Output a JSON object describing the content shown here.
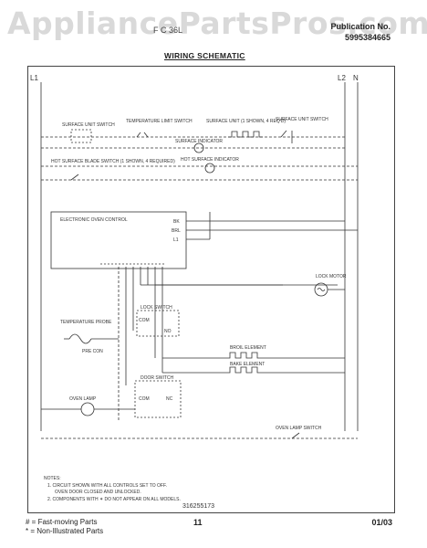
{
  "header": {
    "watermark": "AppliancePartsPros.com",
    "model_fragment": "F  C 36L",
    "publication_label": "Publication No.",
    "publication_number": "5995384665",
    "title": "WIRING SCHEMATIC"
  },
  "schematic": {
    "rail_left": "L1",
    "rail_right_1": "L2",
    "rail_right_2": "N",
    "components": {
      "surface_unit_switch_left": "SURFACE UNIT SWITCH",
      "temperature_limit_switch": "TEMPERATURE LIMIT SWITCH",
      "surface_unit_right": "SURFACE UNIT (1 SHOWN, 4 REQ'D)",
      "surface_unit_switch_right": "SURFACE UNIT SWITCH",
      "surface_indicator": "SURFACE INDICATOR",
      "hot_surface_blade_switch": "HOT SURFACE BLADE SWITCH (1 SHOWN, 4 REQUIRED)",
      "hot_surface_indicator": "HOT SURFACE INDICATOR",
      "electronic_oven_control": "ELECTRONIC OVEN CONTROL",
      "lock_motor": "LOCK MOTOR",
      "temperature_probe": "TEMPERATURE PROBE",
      "lock_switch": "LOCK SWITCH",
      "broil_element": "BROIL ELEMENT",
      "bake_element": "BAKE ELEMENT",
      "door_switch": "DOOR SWITCH",
      "oven_lamp": "OVEN LAMP",
      "oven_lamp_switch": "OVEN LAMP SWITCH",
      "com": "COM",
      "no": "NO",
      "nc": "NC",
      "bk": "BK",
      "brl": "BRL",
      "l1": "L1",
      "pre_con": "PRE CON"
    },
    "notes_heading": "NOTES:",
    "note_1": "1.  CIRCUIT SHOWN WITH ALL CONTROLS SET TO OFF.",
    "note_1b": "OVEN DOOR CLOSED AND UNLOCKED.",
    "note_2": "2.  COMPONENTS WITH  ✶  DO NOT APPEAR ON ALL MODELS.",
    "drawing_number": "316255173"
  },
  "footer": {
    "legend_1": "#  = Fast-moving Parts",
    "legend_2": "*  = Non-Illustrated Parts",
    "page": "11",
    "date": "01/03"
  }
}
